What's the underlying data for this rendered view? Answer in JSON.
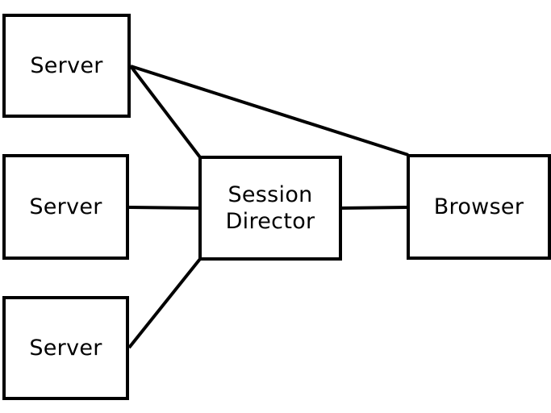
{
  "diagram": {
    "line_color": "#000000",
    "box_color": "#000000",
    "nodes": {
      "server_1": {
        "label": "Server"
      },
      "server_2": {
        "label": "Server"
      },
      "server_3": {
        "label": "Server"
      },
      "session_director": {
        "label": "Session\nDirector"
      },
      "browser": {
        "label": "Browser"
      }
    },
    "connections": [
      {
        "from": "server_1",
        "to": "session_director"
      },
      {
        "from": "server_1",
        "to": "browser"
      },
      {
        "from": "server_2",
        "to": "session_director"
      },
      {
        "from": "server_3",
        "to": "session_director"
      },
      {
        "from": "session_director",
        "to": "browser"
      }
    ]
  }
}
